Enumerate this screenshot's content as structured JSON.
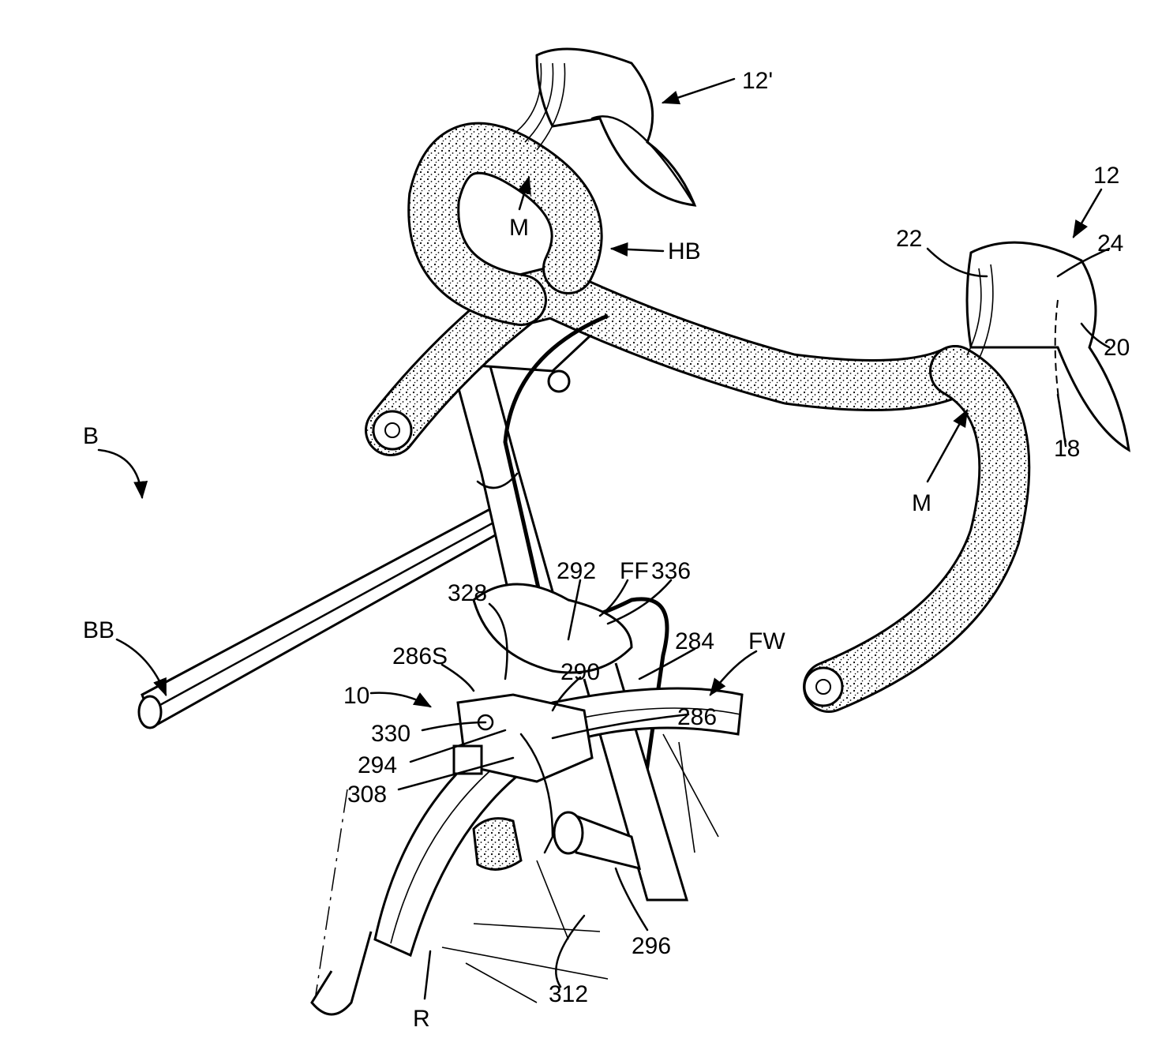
{
  "figure": {
    "labels": {
      "l12p": "12'",
      "l12": "12",
      "l22": "22",
      "l24": "24",
      "l20": "20",
      "l18": "18",
      "lM1": "M",
      "lHB": "HB",
      "lM2": "M",
      "lB": "B",
      "lBB": "BB",
      "lFF": "FF",
      "l336": "336",
      "l292": "292",
      "l328": "328",
      "l284": "284",
      "lFW": "FW",
      "l286S": "286S",
      "l290": "290",
      "l10": "10",
      "l286": "286",
      "l330": "330",
      "l294": "294",
      "l308": "308",
      "l296": "296",
      "l312": "312",
      "lR": "R"
    },
    "colors": {
      "ink": "#000000",
      "paper": "#ffffff"
    }
  }
}
